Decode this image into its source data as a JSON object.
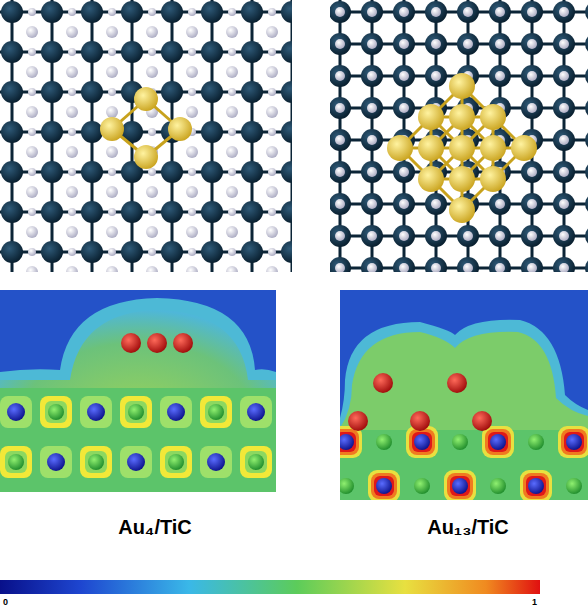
{
  "diagram": {
    "labels": [
      "Au₄/TiC",
      "Au₁₃/TiC",
      "0",
      "1"
    ]
  }
}
